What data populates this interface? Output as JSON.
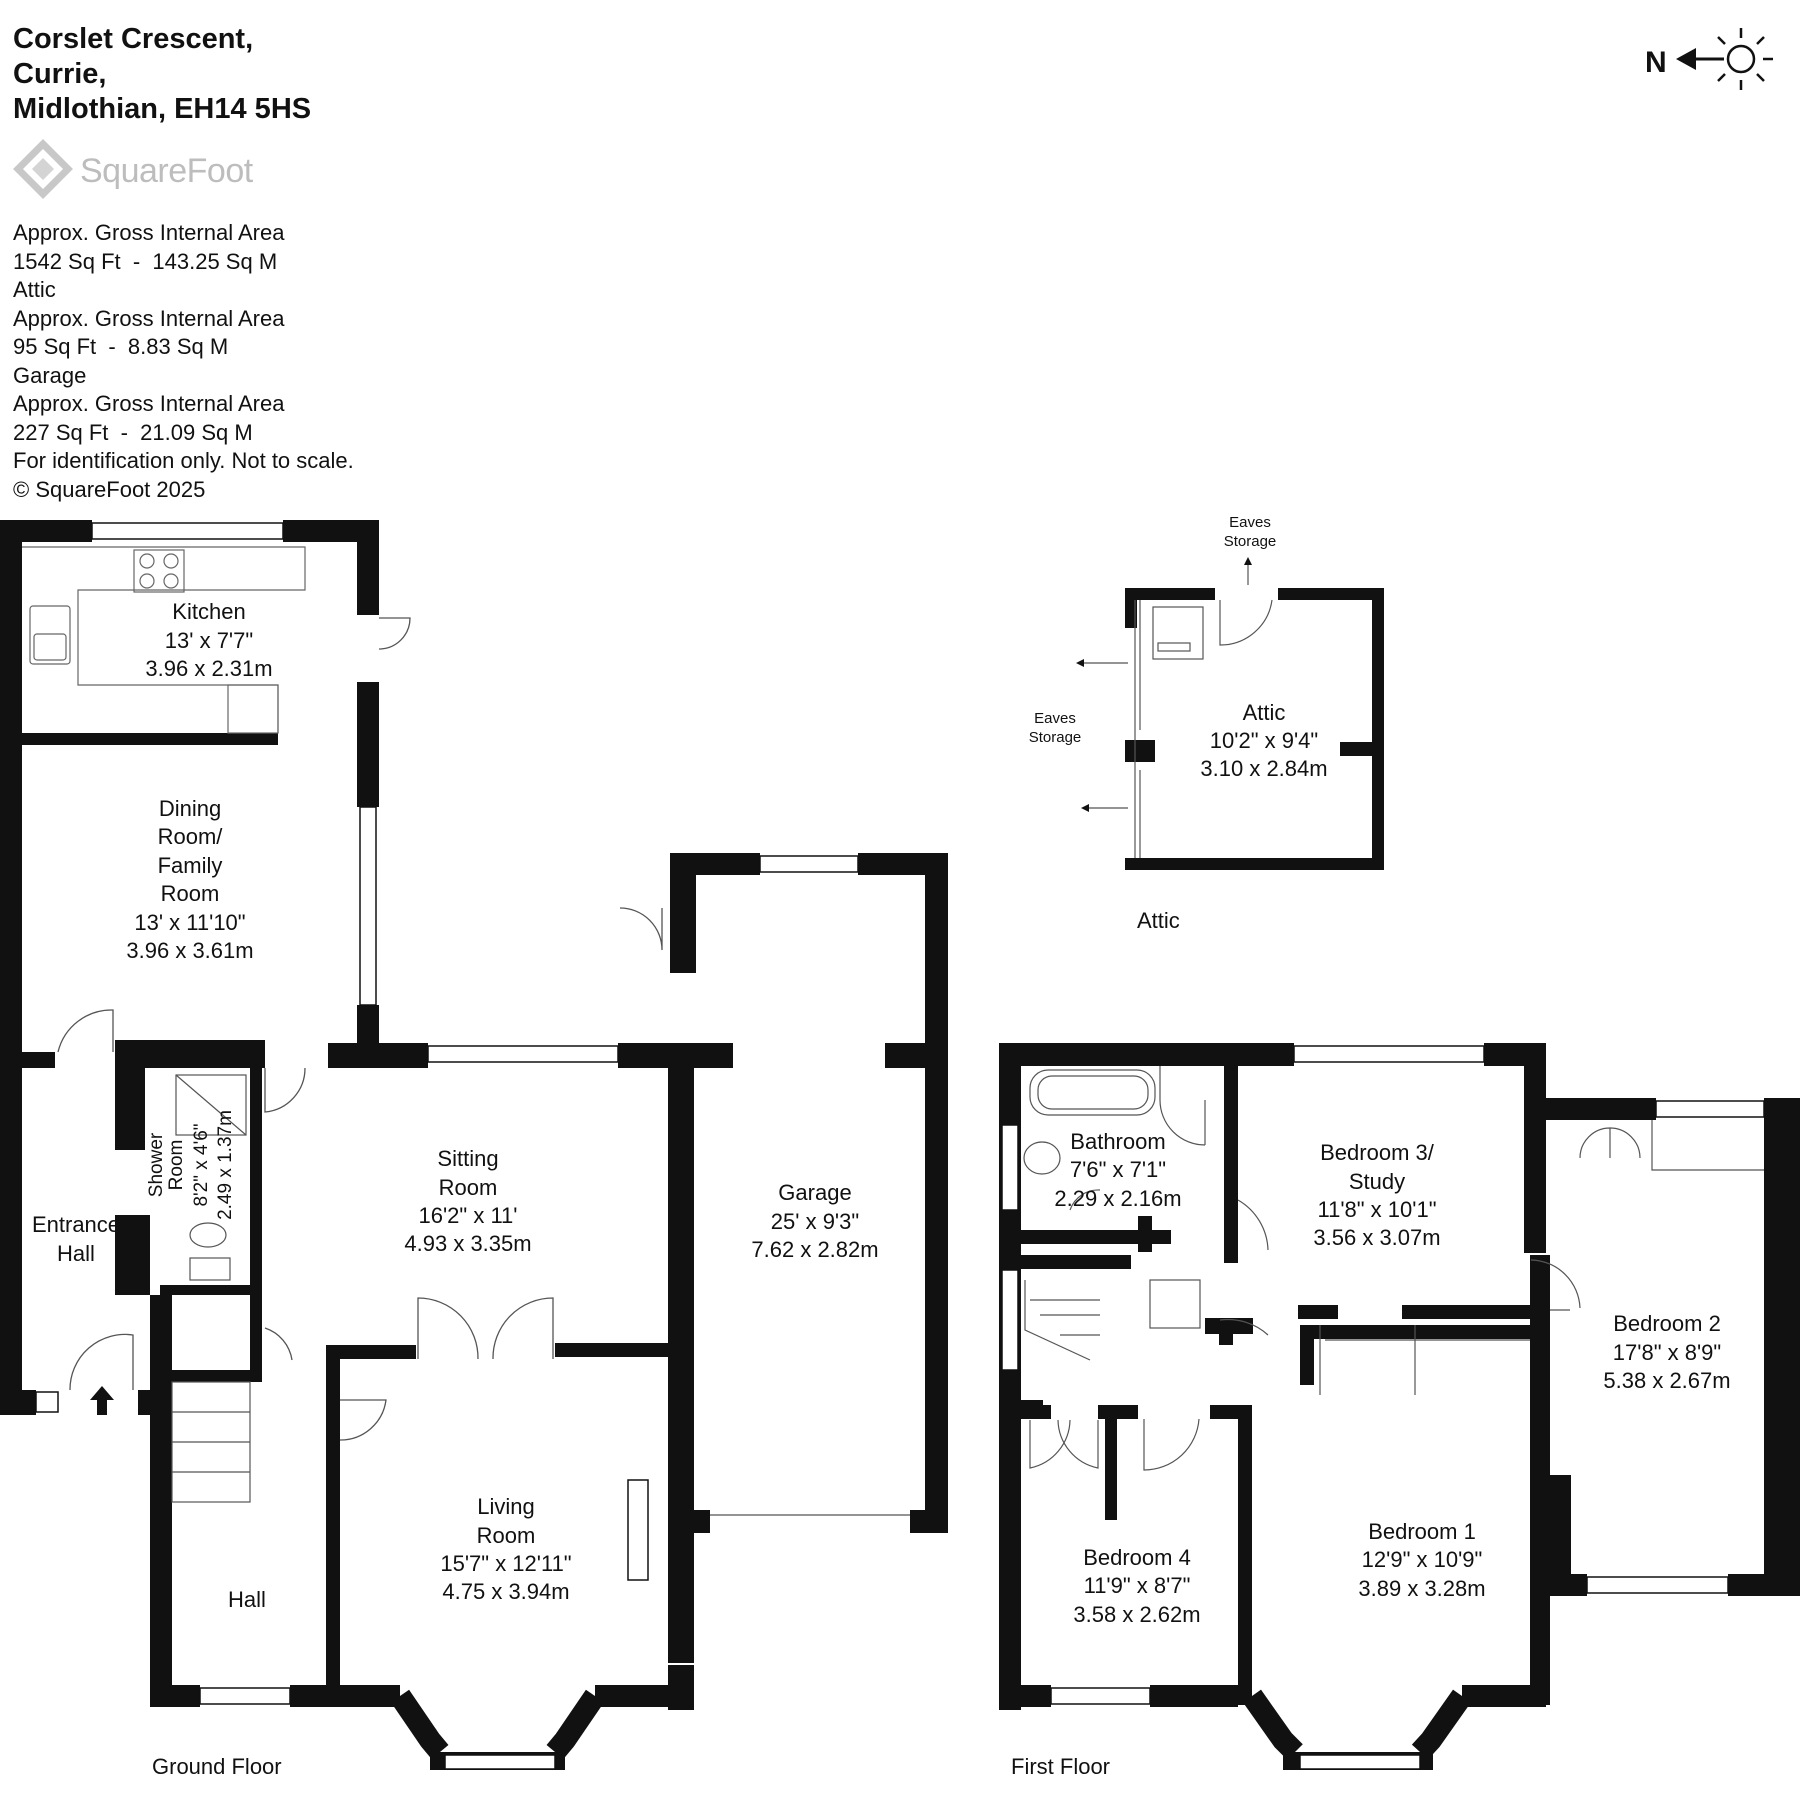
{
  "address": {
    "line1": "Corslet Crescent,",
    "line2": "Currie,",
    "line3": "Midlothian, EH14 5HS"
  },
  "brand": {
    "name": "SquareFoot"
  },
  "areas": {
    "main_label": "Approx. Gross Internal Area",
    "main_value": "1542 Sq Ft  -  143.25 Sq M",
    "attic_title": "Attic",
    "attic_label": "Approx. Gross Internal Area",
    "attic_value": "95 Sq Ft  -  8.83 Sq M",
    "garage_title": "Garage",
    "garage_label": "Approx. Gross Internal Area",
    "garage_value": "227 Sq Ft  -  21.09 Sq M",
    "disclaimer": "For identification only. Not to scale.",
    "copyright": "© SquareFoot 2025"
  },
  "compass": {
    "letter": "N"
  },
  "floors": {
    "ground": "Ground Floor",
    "first": "First Floor",
    "attic": "Attic"
  },
  "rooms": {
    "kitchen": {
      "name": "Kitchen",
      "imperial": "13' x 7'7\"",
      "metric": "3.96 x 2.31m"
    },
    "dining": {
      "name1": "Dining",
      "name2": "Room/",
      "name3": "Family",
      "name4": "Room",
      "imperial": "13' x 11'10\"",
      "metric": "3.96 x 3.61m"
    },
    "entrance_hall": {
      "name1": "Entrance",
      "name2": "Hall"
    },
    "shower": {
      "name1": "Shower",
      "name2": "Room",
      "imperial": "8'2\" x 4'6\"",
      "metric": "2.49 x 1.37m"
    },
    "hall": {
      "name": "Hall"
    },
    "sitting": {
      "name": "Sitting",
      "name2": "Room",
      "imperial": "16'2\" x 11'",
      "metric": "4.93 x 3.35m"
    },
    "living": {
      "name": "Living",
      "name2": "Room",
      "imperial": "15'7\" x 12'11\"",
      "metric": "4.75 x 3.94m"
    },
    "garage": {
      "name": "Garage",
      "imperial": "25' x 9'3\"",
      "metric": "7.62 x 2.82m"
    },
    "attic": {
      "name": "Attic",
      "imperial": "10'2\" x 9'4\"",
      "metric": "3.10 x 2.84m"
    },
    "eaves_top": {
      "line1": "Eaves",
      "line2": "Storage"
    },
    "eaves_left": {
      "line1": "Eaves",
      "line2": "Storage"
    },
    "bathroom": {
      "name": "Bathroom",
      "imperial": "7'6\" x 7'1\"",
      "metric": "2.29 x 2.16m"
    },
    "bedroom3": {
      "name": "Bedroom 3/",
      "name2": "Study",
      "imperial": "11'8\" x 10'1\"",
      "metric": "3.56 x 3.07m"
    },
    "bedroom2": {
      "name": "Bedroom 2",
      "imperial": "17'8\" x 8'9\"",
      "metric": "5.38 x 2.67m"
    },
    "bedroom1": {
      "name": "Bedroom 1",
      "imperial": "12'9\" x 10'9\"",
      "metric": "3.89 x 3.28m"
    },
    "bedroom4": {
      "name": "Bedroom 4",
      "imperial": "11'9\" x 8'7\"",
      "metric": "3.58 x 2.62m"
    }
  }
}
